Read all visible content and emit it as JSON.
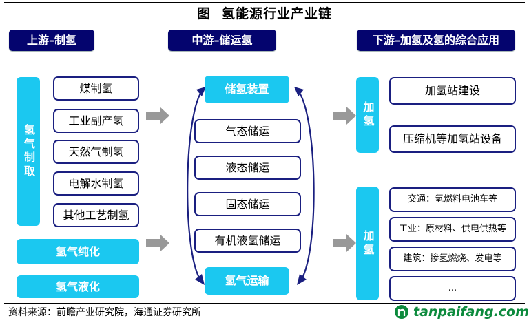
{
  "title": {
    "prefix": "图",
    "text": "氢能源行业产业链"
  },
  "headers": {
    "upstream": "上游–制氢",
    "midstream": "中游–储运氢",
    "downstream": "下游–加氢及氢的综合应用"
  },
  "upstream": {
    "side_label": "氢气制取",
    "methods": [
      "煤制氢",
      "工业副产氢",
      "天然气制氢",
      "电解水制氢",
      "其他工艺制氢"
    ],
    "purification": "氢气纯化",
    "liquefaction": "氢气液化"
  },
  "midstream": {
    "top": "储氢装置",
    "methods": [
      "气态储运",
      "液态储运",
      "固态储运",
      "有机液氢储运"
    ],
    "bottom": "氢气运输"
  },
  "downstream": {
    "refuel_label": "加氢",
    "refuel_items": [
      "加氢站建设",
      "压缩机等加氢站设备"
    ],
    "apply_label": "加氢",
    "apply_items": [
      "交通：氢燃料电池车等",
      "工业：原材料、供电供热等",
      "建筑：掺氢燃烧、发电等",
      "..."
    ]
  },
  "footer": {
    "source": "资料来源：前瞻产业研究院，海通证券研究所"
  },
  "watermark": {
    "text": "tanpaifang.com",
    "icon": "leaf-logo-icon"
  },
  "colors": {
    "header_bg": "#04046e",
    "accent_cyan": "#1bc8f0",
    "box_border": "#1a1f80",
    "arrow_gray": "#999999",
    "logo_green": "#0c8a3c"
  }
}
